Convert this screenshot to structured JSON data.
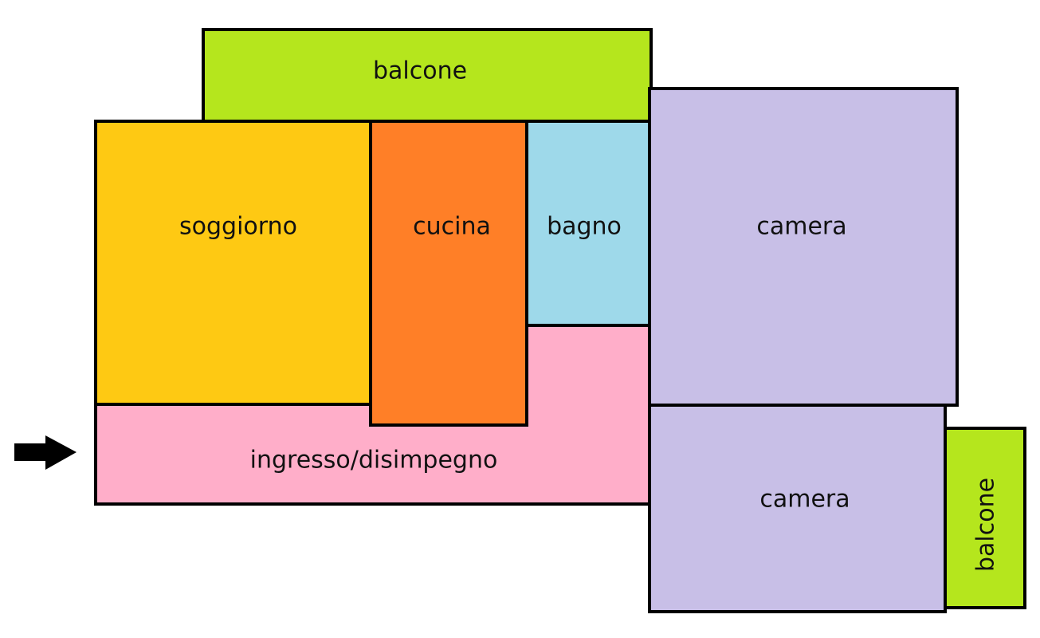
{
  "rooms": {
    "balcone_top": {
      "label": "balcone",
      "color": "#b5e61d"
    },
    "soggiorno": {
      "label": "soggiorno",
      "color": "#fec913"
    },
    "cucina": {
      "label": "cucina",
      "color": "#ff7f27"
    },
    "bagno": {
      "label": "bagno",
      "color": "#9ed9ea"
    },
    "ingresso": {
      "label": "ingresso/disimpegno",
      "color": "#ffaec9"
    },
    "camera_top": {
      "label": "camera",
      "color": "#c8bfe7"
    },
    "camera_bottom": {
      "label": "camera",
      "color": "#c8bfe7"
    },
    "balcone_right": {
      "label": "balcone",
      "color": "#b5e61d"
    }
  },
  "entrance_arrow": {
    "icon": "arrow-right-icon",
    "color": "#000000"
  }
}
